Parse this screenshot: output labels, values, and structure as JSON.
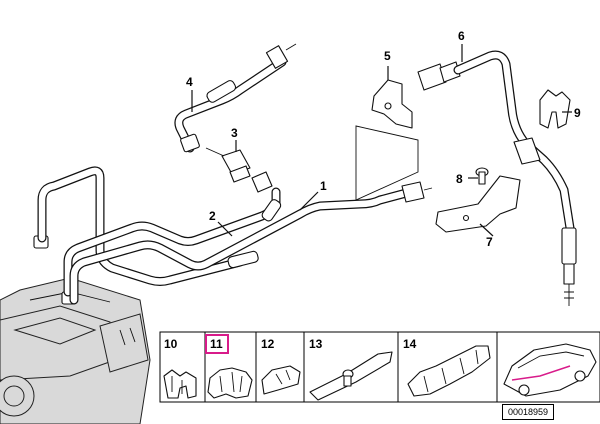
{
  "diagram": {
    "callouts": [
      "1",
      "2",
      "3",
      "4",
      "5",
      "6",
      "7",
      "8",
      "9"
    ],
    "callout_1": "1",
    "callout_2": "2",
    "callout_3": "3",
    "callout_4": "4",
    "callout_5": "5",
    "callout_6": "6",
    "callout_7": "7",
    "callout_8": "8",
    "callout_9": "9"
  },
  "parts_strip": {
    "labels": [
      "10",
      "11",
      "12",
      "13",
      "14"
    ],
    "selected": "11",
    "highlight_color": "#d81b8a"
  },
  "reference_code": "00018959"
}
